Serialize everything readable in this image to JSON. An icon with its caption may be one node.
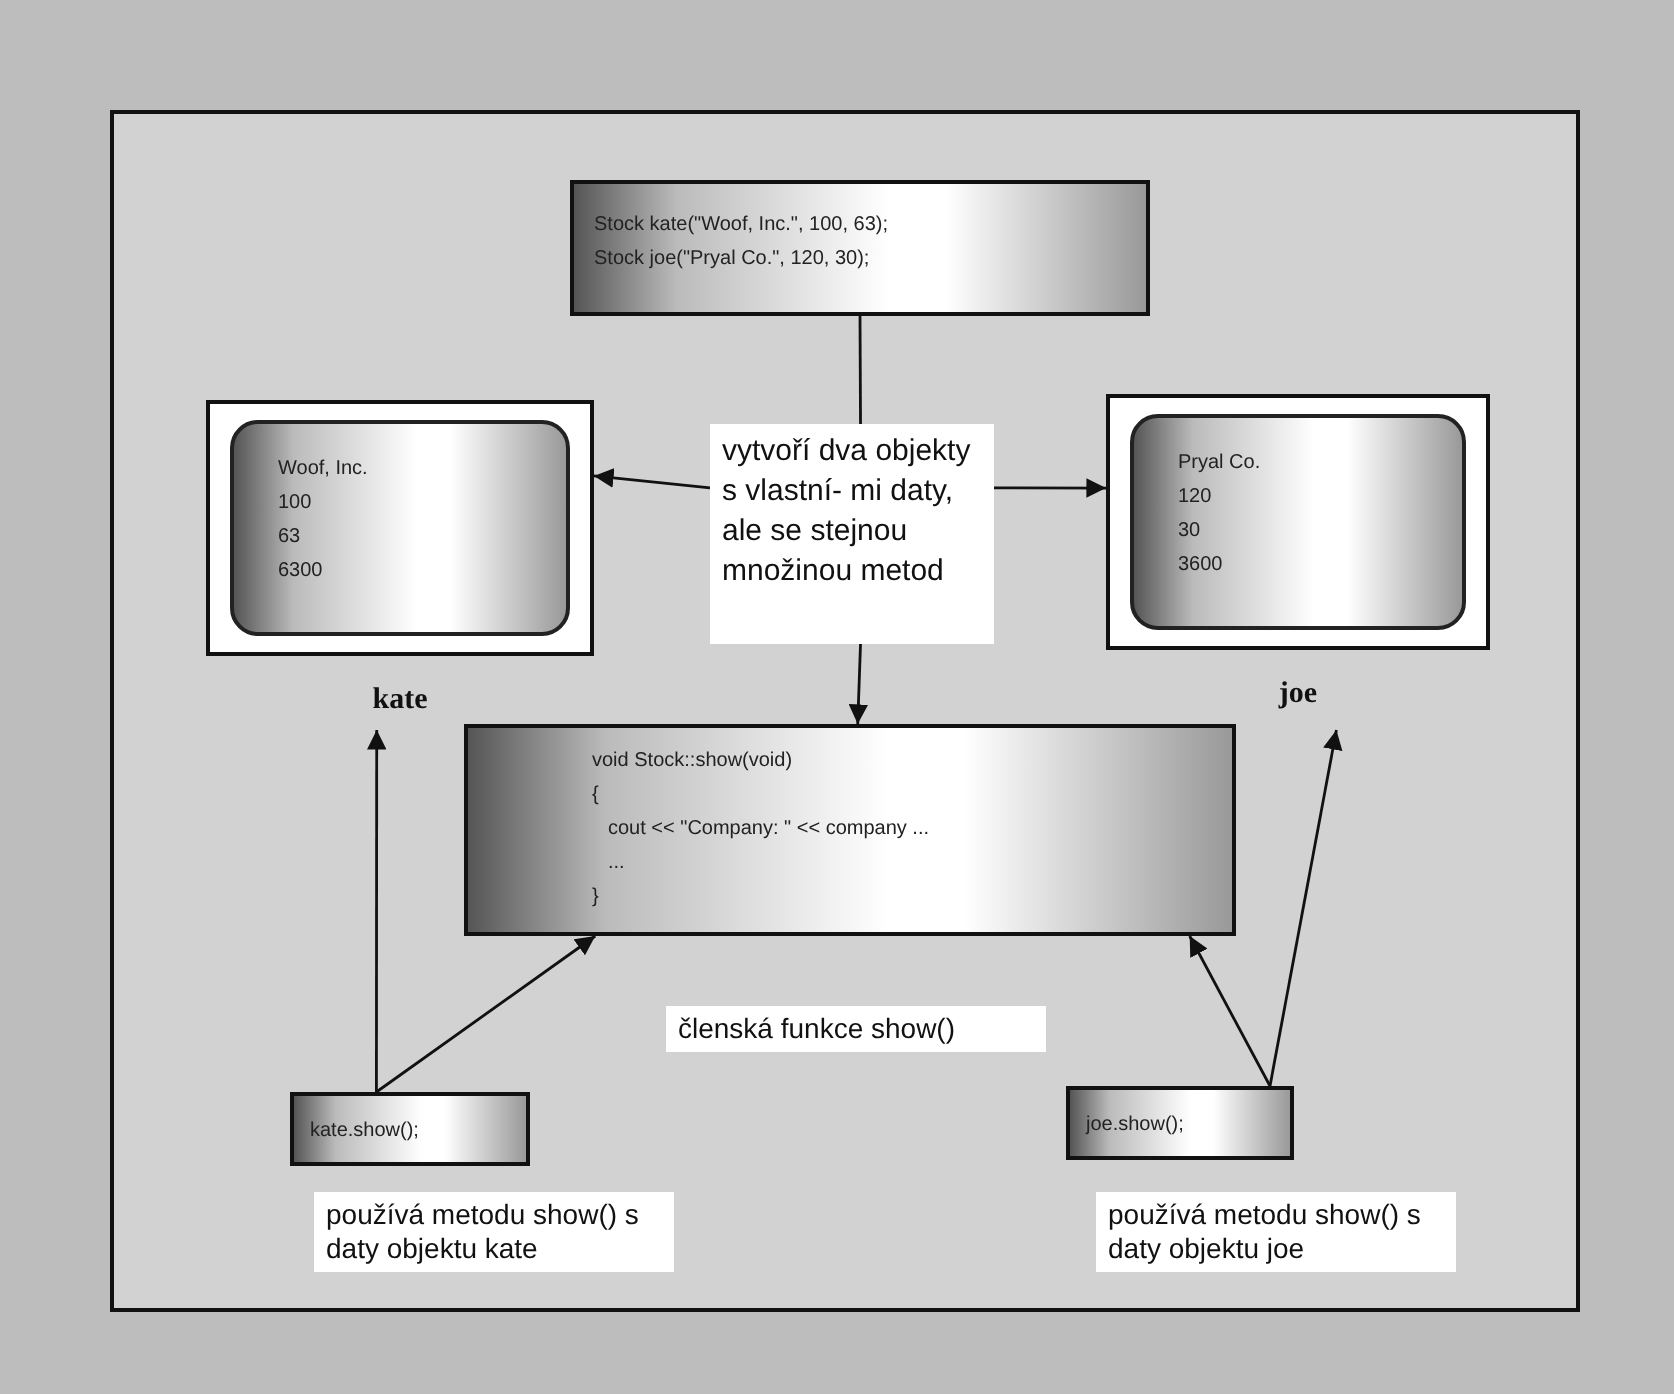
{
  "diagram": {
    "nodes": [
      {
        "text": [
          "Stock kate(\"Woof, Inc.\", 100, 63);",
          "Stock joe(\"Pryal Co.\", 120, 30);"
        ]
      },
      {
        "text": [
          "Woof, Inc.",
          "100",
          "63",
          "6300"
        ],
        "beside": [
          "kate"
        ]
      },
      {
        "text": [
          "vytvoří dva objekty s vlastní- mi daty, ale se stejnou množinou metod"
        ]
      },
      {
        "text": [
          "Pryal Co.",
          "120",
          "30",
          "3600"
        ],
        "beside": [
          "joe"
        ]
      },
      {
        "text": [
          "void Stock::show(void)",
          "{",
          "cout << \"Company: \" << company ...",
          "...",
          "}"
        ],
        "beside": [
          "členská funkce show()"
        ]
      },
      {
        "text": [
          "kate.show();"
        ],
        "beside": [
          "používá metodu show() s daty objektu kate"
        ]
      },
      {
        "text": [
          "joe.show();"
        ],
        "beside": [
          "používá metodu show() s daty objektu joe"
        ]
      }
    ],
    "edges": [
      {
        "from": 0,
        "to": 2,
        "arrow": "none"
      },
      {
        "from": 2,
        "to": 1,
        "arrow": "to"
      },
      {
        "from": 2,
        "to": 3,
        "arrow": "to"
      },
      {
        "from": 2,
        "to": 4,
        "arrow": "to"
      },
      {
        "from": 5,
        "to": 1,
        "arrow": "to"
      },
      {
        "from": 5,
        "to": 4,
        "arrow": "to"
      },
      {
        "from": 6,
        "to": 3,
        "arrow": "to"
      },
      {
        "from": 6,
        "to": 4,
        "arrow": "to"
      }
    ]
  }
}
